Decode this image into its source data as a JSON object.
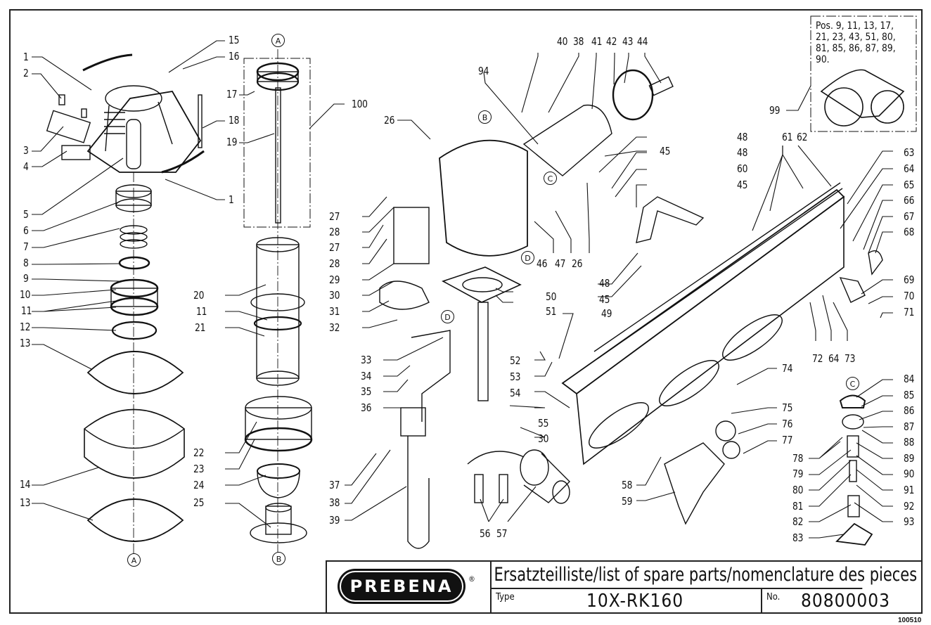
{
  "document": {
    "brand": "PREBENA",
    "registered_mark": "®",
    "title": "Ersatzteilliste/list of spare parts/nomenclature des pieces",
    "type_caption": "Type",
    "type_value": "10X-RK160",
    "number_caption": "No.",
    "number_value": "80800003",
    "document_id": "100510"
  },
  "kit_box": {
    "text": "Pos. 9, 11, 13, 17, 21, 23, 43, 51, 80, 81, 85, 86, 87, 89, 90.",
    "position_label": "99"
  },
  "reference_markers": [
    "A",
    "A",
    "B",
    "B",
    "C",
    "C",
    "D",
    "D"
  ],
  "part_labels": {
    "left_column": [
      "1",
      "2",
      "3",
      "4",
      "5",
      "6",
      "7",
      "8",
      "9",
      "10",
      "11",
      "12",
      "13",
      "14",
      "13"
    ],
    "cover_right": [
      "15",
      "16",
      "18",
      "1"
    ],
    "piston_column": [
      "17",
      "19",
      "20",
      "11",
      "21",
      "22",
      "23",
      "24",
      "25"
    ],
    "piston_box": "100",
    "body_left": [
      "26",
      "27",
      "28",
      "27",
      "28",
      "29",
      "30",
      "31",
      "32",
      "33",
      "34",
      "35",
      "36",
      "37",
      "38",
      "39"
    ],
    "body_top": [
      "40",
      "38",
      "41",
      "42",
      "43",
      "44",
      "94"
    ],
    "body_mid": [
      "45",
      "46",
      "47",
      "26",
      "50",
      "51",
      "48",
      "48",
      "60",
      "45",
      "48",
      "45",
      "49"
    ],
    "nose": [
      "52",
      "53",
      "54",
      "55",
      "30",
      "56",
      "57"
    ],
    "magazine": [
      "61",
      "62",
      "63",
      "64",
      "65",
      "66",
      "67",
      "68",
      "69",
      "70",
      "71",
      "72",
      "64",
      "73",
      "74",
      "75",
      "76",
      "77",
      "58",
      "59"
    ],
    "valve_right": [
      "84",
      "85",
      "86",
      "87",
      "88",
      "89",
      "90",
      "91",
      "92",
      "93"
    ],
    "valve_left": [
      "78",
      "79",
      "80",
      "81",
      "82",
      "83"
    ]
  }
}
